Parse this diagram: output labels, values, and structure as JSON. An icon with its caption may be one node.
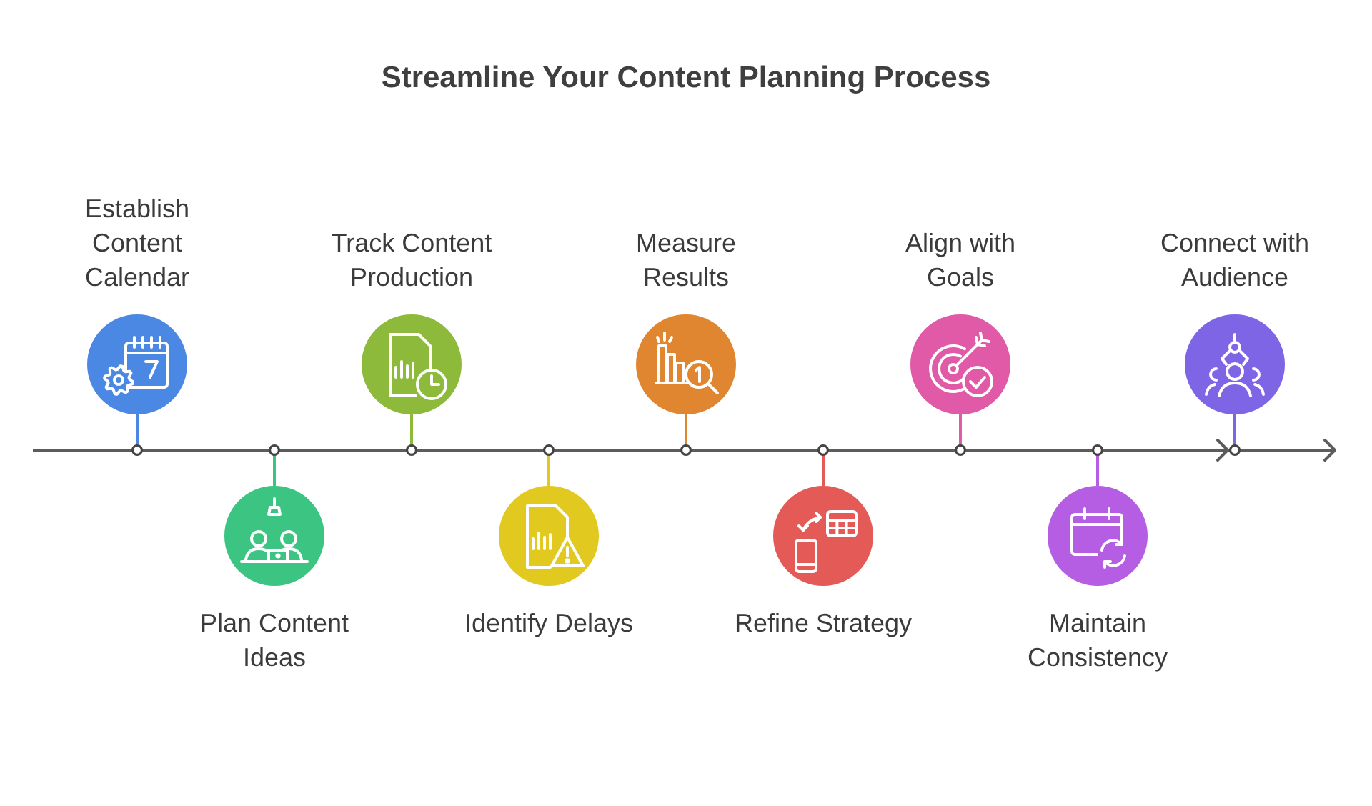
{
  "diagram": {
    "title": "Streamline Your Content Planning Process",
    "nodes": [
      {
        "text": [
          "Establish Content Calendar"
        ]
      },
      {
        "text": [
          "Plan Content Ideas"
        ]
      },
      {
        "text": [
          "Track Content Production"
        ]
      },
      {
        "text": [
          "Identify Delays"
        ]
      },
      {
        "text": [
          "Measure Results"
        ]
      },
      {
        "text": [
          "Refine Strategy"
        ]
      },
      {
        "text": [
          "Align with Goals"
        ]
      },
      {
        "text": [
          "Maintain Consistency"
        ]
      },
      {
        "text": [
          "Connect with Audience"
        ]
      }
    ]
  }
}
